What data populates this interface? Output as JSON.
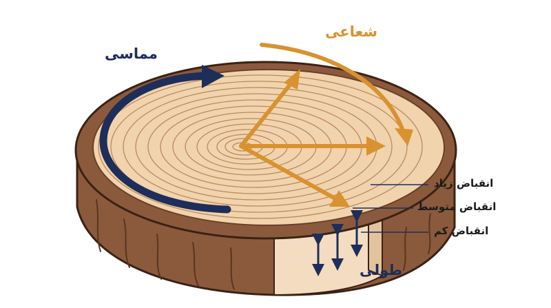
{
  "labels": {
    "tangential": "مماسی",
    "radial": "شعاعی",
    "longitudinal": "طولی",
    "shrink_high": "انقباض زیاد",
    "shrink_medium": "انقباض متوسط",
    "shrink_low": "انقباض کم"
  },
  "colors": {
    "bark": "#8b5a3c",
    "bark_dark": "#6a4026",
    "wood_face": "#f1d3ad",
    "wood_side": "#f3dcc0",
    "ring_line": "#b98a5e",
    "outline": "#3a2214",
    "navy": "#1e2e5a",
    "orange": "#d8922f",
    "leader": "#1e2e5a"
  }
}
